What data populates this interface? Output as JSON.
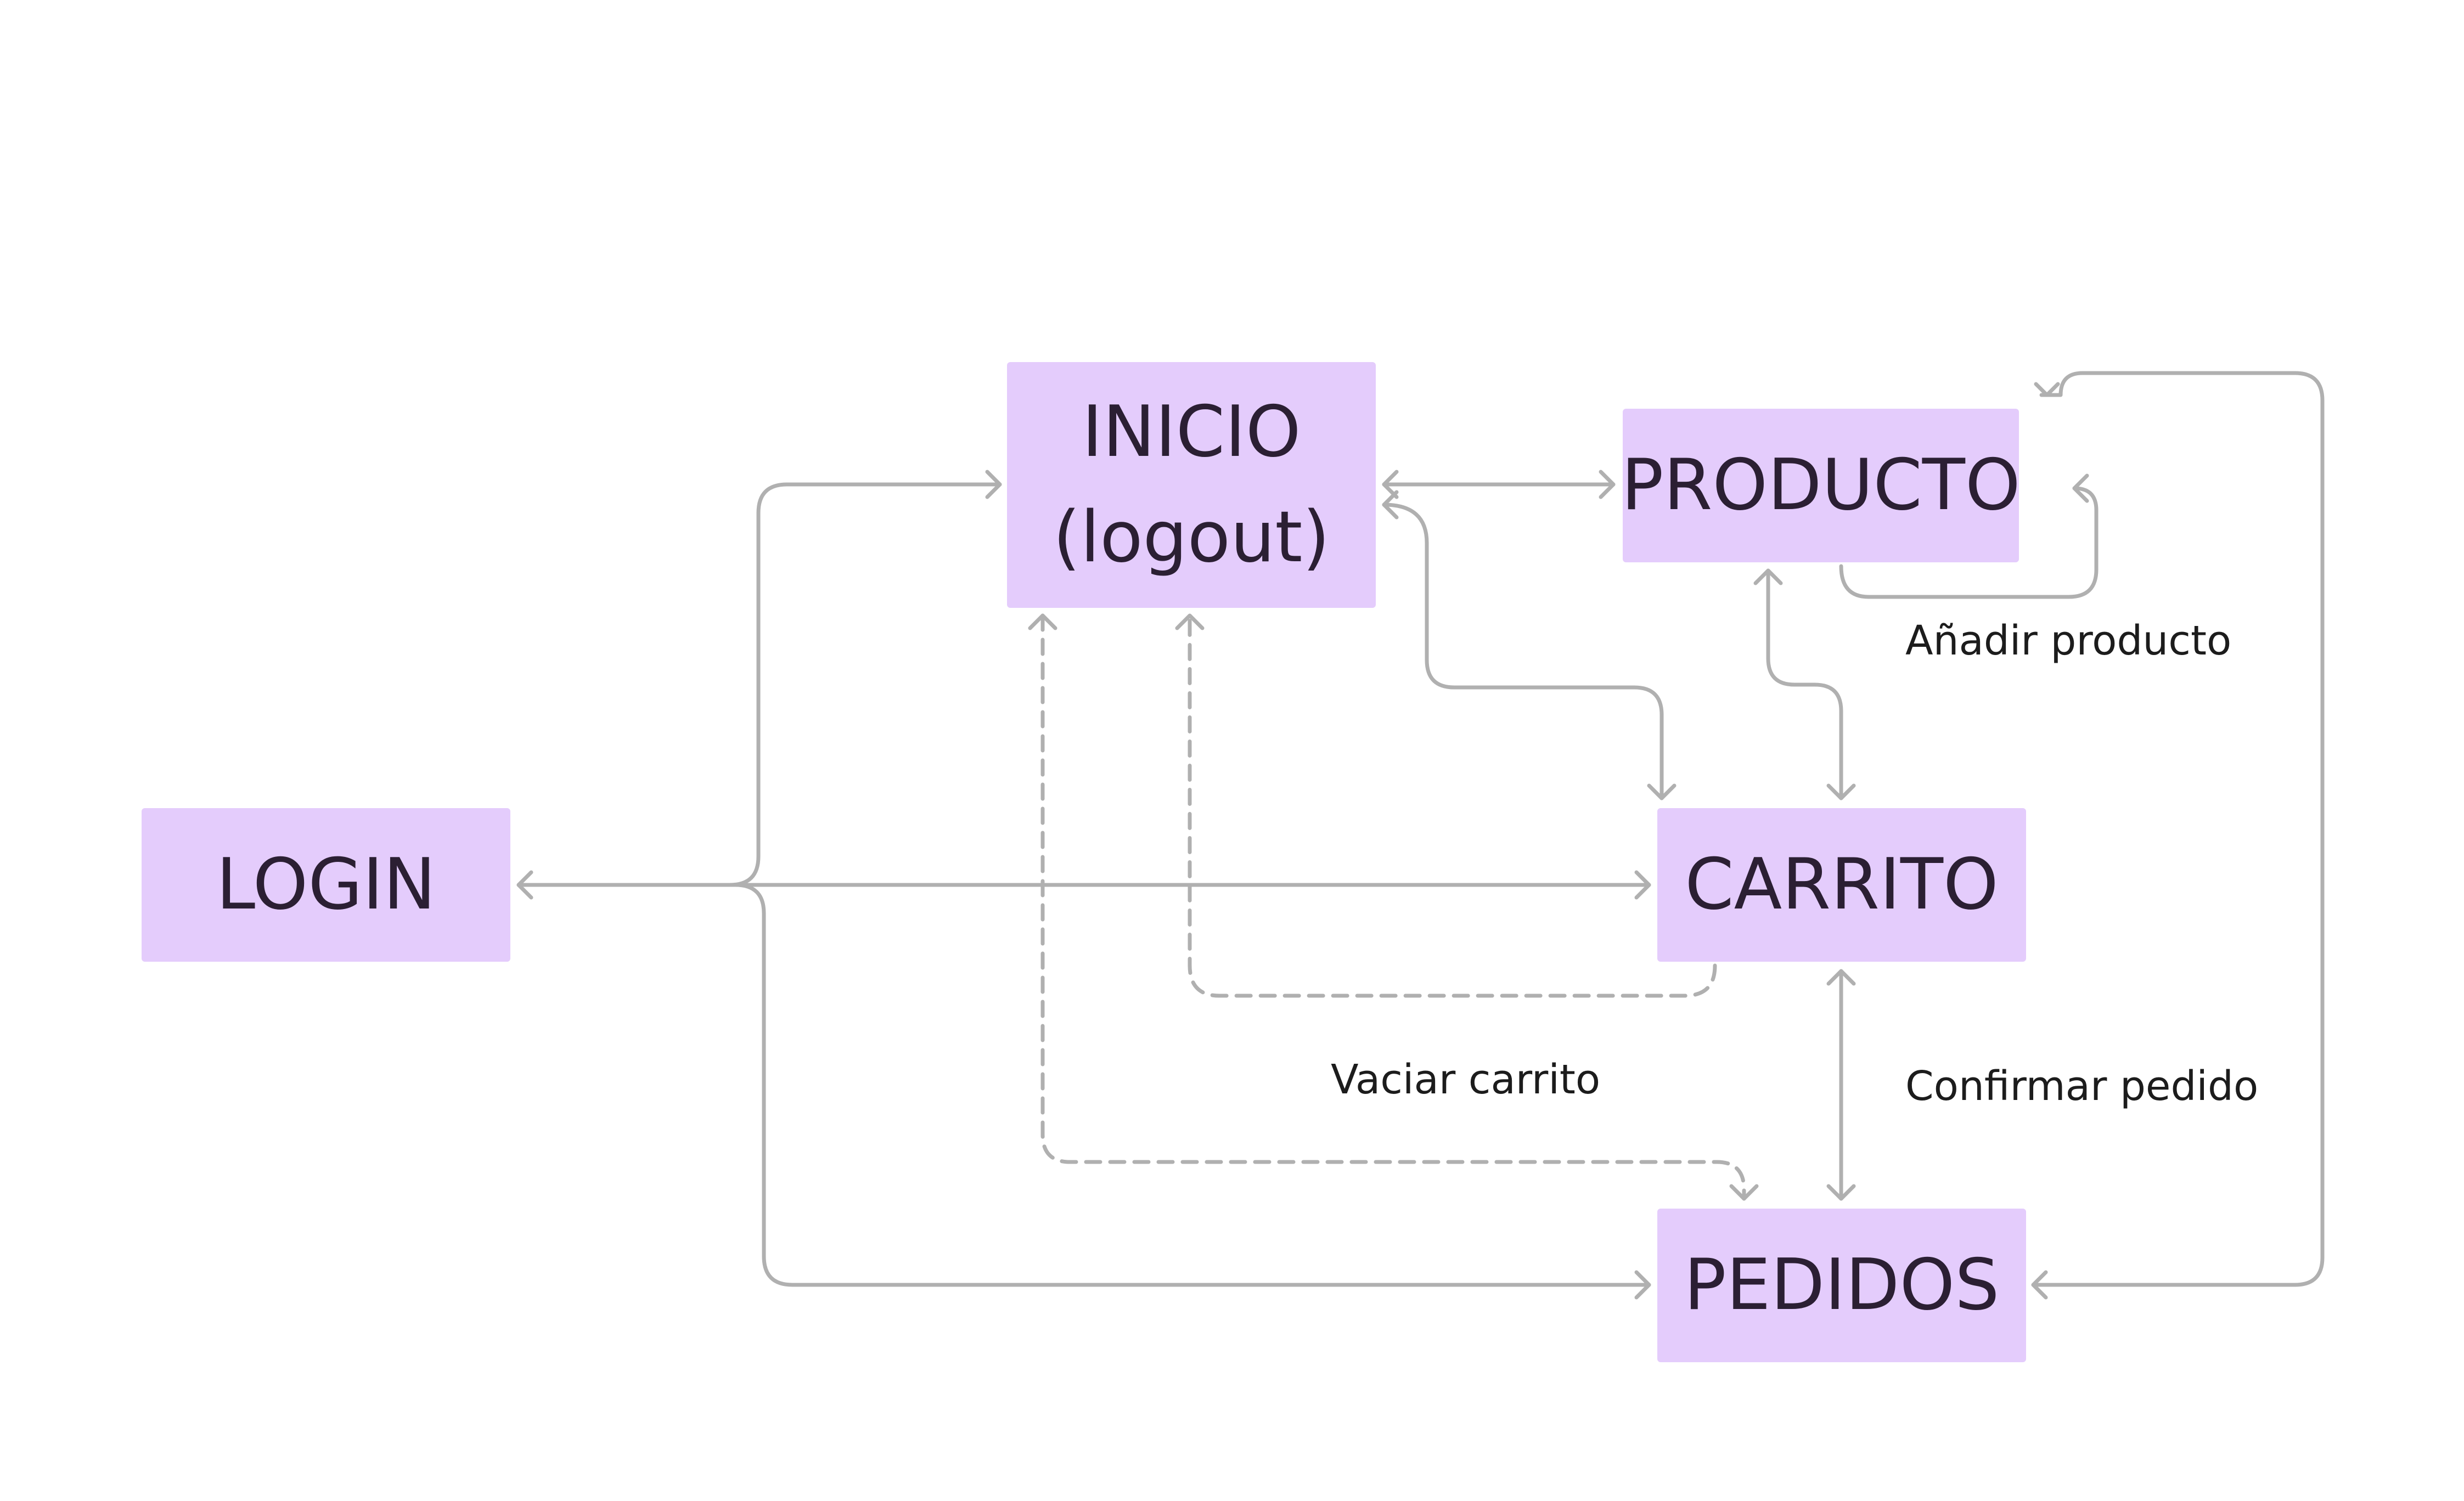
{
  "diagram": {
    "nodes": {
      "login": {
        "label": "LOGIN"
      },
      "inicio": {
        "line1": "INICIO",
        "line2": "(logout)"
      },
      "producto": {
        "label": "PRODUCTO"
      },
      "carrito": {
        "label": "CARRITO"
      },
      "pedidos": {
        "label": "PEDIDOS"
      }
    },
    "edge_labels": {
      "anadir": "Añadir producto",
      "vaciar": "Vaciar carrito",
      "confirmar": "Confirmar pedido"
    },
    "colors": {
      "node_fill": "#e4ccfc",
      "edge": "#b0b0b0",
      "text": "#2b1f33"
    }
  }
}
